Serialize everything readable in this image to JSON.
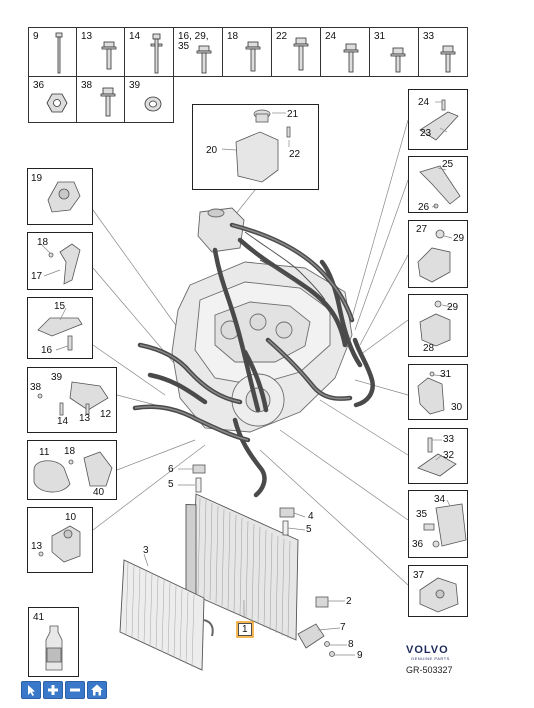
{
  "parts_grid": [
    {
      "label": "9"
    },
    {
      "label": "13"
    },
    {
      "label": "14"
    },
    {
      "label": "16, 29,\n35"
    },
    {
      "label": "18"
    },
    {
      "label": "22"
    },
    {
      "label": "24"
    },
    {
      "label": "31"
    },
    {
      "label": "33"
    },
    {
      "label": "36"
    },
    {
      "label": "38"
    },
    {
      "label": "39"
    }
  ],
  "callouts": {
    "c1": "1",
    "c2": "2",
    "c3": "3",
    "c4": "4",
    "c5a": "5",
    "c5b": "5",
    "c6": "6",
    "c7": "7",
    "c8": "8",
    "c9": "9",
    "c10": "10",
    "c11": "11",
    "c12": "12",
    "c13a": "13",
    "c13b": "13",
    "c14": "14",
    "c15": "15",
    "c16": "16",
    "c17": "17",
    "c18a": "18",
    "c18b": "18",
    "c19": "19",
    "c20": "20",
    "c21": "21",
    "c22": "22",
    "c23": "23",
    "c24": "24",
    "c25": "25",
    "c26": "26",
    "c27": "27",
    "c28": "28",
    "c29a": "29",
    "c29b": "29",
    "c30": "30",
    "c31": "31",
    "c32": "32",
    "c33": "33",
    "c34": "34",
    "c35": "35",
    "c36": "36",
    "c37": "37",
    "c38": "38",
    "c39": "39",
    "c40": "40",
    "c41": "41"
  },
  "brand": {
    "name": "VOLVO",
    "tagline": "GENUINE PARTS",
    "code": "GR-503327"
  },
  "toolbar": [
    {
      "name": "pointer-tool",
      "icon": "cursor-icon"
    },
    {
      "name": "zoom-in-tool",
      "icon": "plus-icon"
    },
    {
      "name": "zoom-out-tool",
      "icon": "minus-icon"
    },
    {
      "name": "home-tool",
      "icon": "home-icon"
    }
  ],
  "colors": {
    "toolbar": "#3a78c9",
    "highlight": "#f0a020",
    "brand": "#1d2a5b"
  }
}
